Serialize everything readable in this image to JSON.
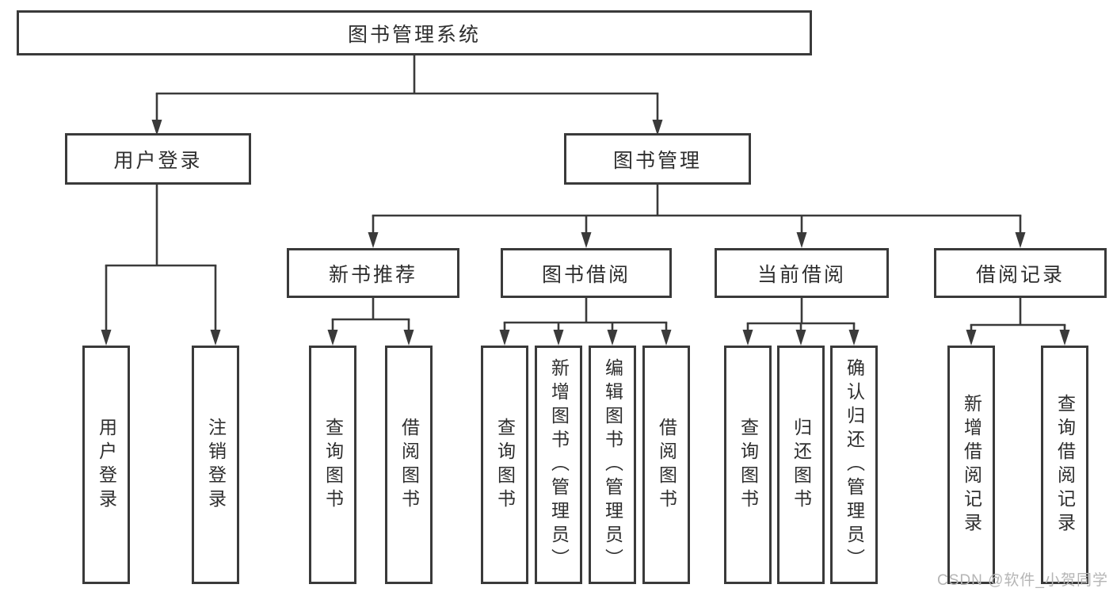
{
  "diagram": {
    "root": "图书管理系统",
    "user_module": {
      "label": "用户登录",
      "children": [
        "用户登录",
        "注销登录"
      ]
    },
    "book_module": {
      "label": "图书管理",
      "sections": [
        {
          "label": "新书推荐",
          "children": [
            "查询图书",
            "借阅图书"
          ]
        },
        {
          "label": "图书借阅",
          "children": [
            "查询图书",
            "新增图书（管理员）",
            "编辑图书（管理员）",
            "借阅图书"
          ]
        },
        {
          "label": "当前借阅",
          "children": [
            "查询图书",
            "归还图书",
            "确认归还（管理员）"
          ]
        },
        {
          "label": "借阅记录",
          "children": [
            "新增借阅记录",
            "查询借阅记录"
          ]
        }
      ]
    }
  },
  "watermark": {
    "text": "CSDN @软件_小贺同学"
  },
  "colors": {
    "line": "#3a3a3a",
    "box_border": "#3a3a3a",
    "text": "#2e2e2e",
    "watermark": "#b5b5b5",
    "background": "#ffffff"
  }
}
